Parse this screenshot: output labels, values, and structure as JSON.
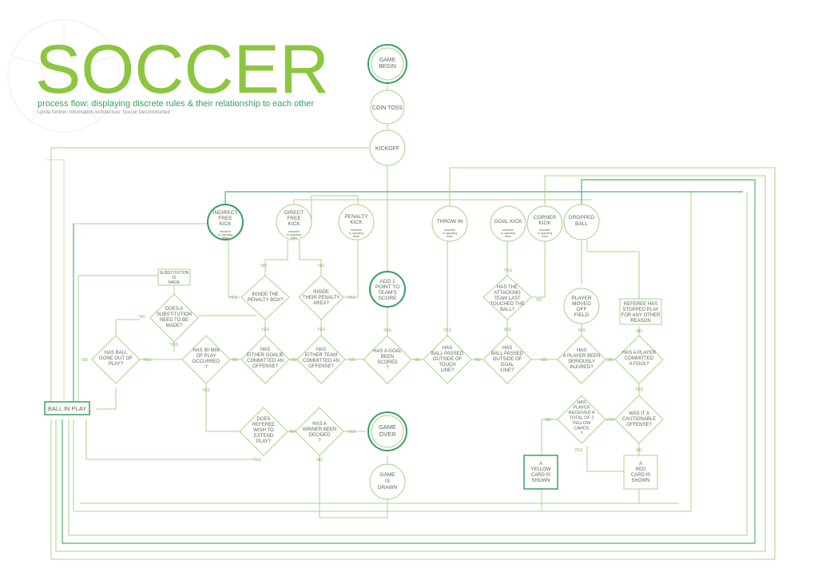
{
  "header": {
    "title": "SOCCER",
    "subtitle": "process flow: displaying discrete rules & their relationship to each other",
    "credit": "Lynda Kintner, Information Architecture: Soccer Deconstructed"
  },
  "colors": {
    "accent": "#8cc63f",
    "dark_green": "#3aa060",
    "line": "#a9d48a",
    "text": "#5a6b52"
  },
  "nodes": {
    "game_begin": [
      "GAME",
      "BEGIN"
    ],
    "coin_toss": [
      "COIN TOSS"
    ],
    "kickoff": [
      "KICKOFF"
    ],
    "indirect_free_kick": [
      "INDIRECT",
      "FREE",
      "KICK"
    ],
    "direct_free_kick": [
      "DIRECT",
      "FREE",
      "KICK"
    ],
    "penalty_kick": [
      "PENALTY",
      "KICK"
    ],
    "throw_in": [
      "THROW IN"
    ],
    "goal_kick": [
      "GOAL KICK"
    ],
    "corner_kick": [
      "CORNER",
      "KICK"
    ],
    "dropped_ball": [
      "DROPPED",
      "BALL"
    ],
    "awarded_note": [
      "awarded",
      "to opposing",
      "team"
    ],
    "substitution_made": [
      "SUBSTITUTION",
      "IS",
      "MADE"
    ],
    "substitution_question": [
      "DOES A",
      "SUBSTITUTION",
      "NEED TO BE",
      "MADE?"
    ],
    "ball_gone_out": [
      "HAS BALL",
      "GONE OUT OF",
      "PLAY?"
    ],
    "ninety_min": [
      "HAS 90 MIN",
      "OF PLAY",
      "OCCURRED",
      "?"
    ],
    "goalie_offense": [
      "HAS",
      "EITHER GOALIE",
      "COMMITTED AN",
      "OFFENSE?"
    ],
    "inside_penalty_box": [
      "INSIDE THE",
      "PENALTY BOX?"
    ],
    "team_offense": [
      "HAS",
      "EITHER TEAM",
      "COMMITTED AN",
      "OFFENSE?"
    ],
    "inside_penalty_area": [
      "INSIDE",
      "THEIR PENALTY",
      "AREA?"
    ],
    "add_point": [
      "ADD 1",
      "POINT TO",
      "TEAM'S",
      "SCORE"
    ],
    "goal_scored": [
      "HAS A GOAL",
      "BEEN",
      "SCORED",
      "?"
    ],
    "touch_line": [
      "HAS",
      "BALL PASSED",
      "OUTSIDE OF",
      "TOUCH",
      "LINE?"
    ],
    "goal_line": [
      "HAS",
      "BALL PASSED",
      "OUTSIDE OF",
      "GOAL",
      "LINE?"
    ],
    "attacking_team": [
      "HAS THE",
      "ATTACKING",
      "TEAM LAST",
      "TOUCHED THE",
      "BALL?"
    ],
    "player_injured": [
      "HAS",
      "A PLAYER BEEN",
      "SERIOUSLY",
      "INJURED?"
    ],
    "player_moved": [
      "PLAYER",
      "MOVED",
      "OFF",
      "FIELD"
    ],
    "referee_stopped": [
      "REFEREE HAS",
      "STOPPED PLAY",
      "FOR ANY OTHER",
      "REASON"
    ],
    "foul": [
      "HAS A PLAYER",
      "COMMITTED",
      "A FOUL?"
    ],
    "two_yellow": [
      "HAS",
      "PLAYER",
      "RECEIVED A",
      "TOTAL OF 2",
      "YELLOW",
      "CARDS",
      "?"
    ],
    "cautionable": [
      "WAS IT A",
      "CAUTIONABLE",
      "OFFENSE?"
    ],
    "yellow_card": [
      "A",
      "YELLOW",
      "CARD IS",
      "SHOWN"
    ],
    "red_card": [
      "A",
      "RED",
      "CARD IS",
      "SHOWN"
    ],
    "ball_in_play": [
      "BALL IN PLAY"
    ],
    "extend_play": [
      "DOES",
      "REFEREE",
      "WISH TO",
      "EXTEND",
      "PLAY?"
    ],
    "winner_decided": [
      "HAS A",
      "WINNER BEEN",
      "DECIDED",
      "?"
    ],
    "game_over": [
      "GAME",
      "OVER"
    ],
    "game_drawn": [
      "GAME",
      "IS",
      "DRAWN"
    ]
  },
  "labels": {
    "yes": "YES",
    "no": "NO"
  }
}
